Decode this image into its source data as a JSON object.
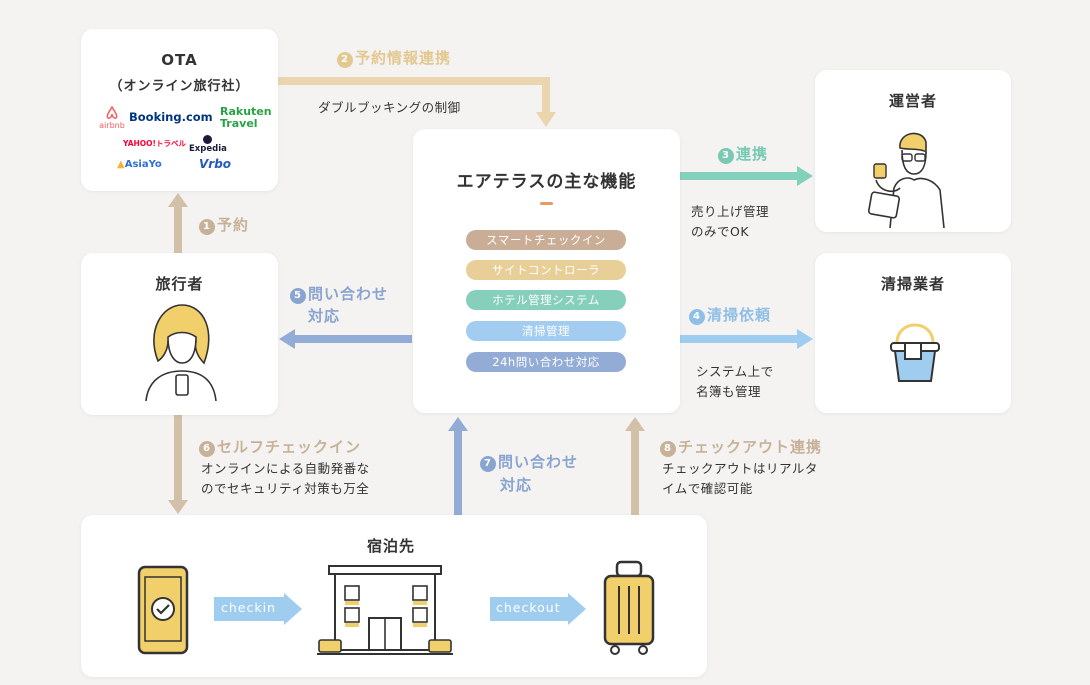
{
  "colors": {
    "tan": "#d2c0a8",
    "lightTan": "#ead5ae",
    "teal": "#83d0bd",
    "blue": "#93acd6",
    "lightBlue": "#9fcdf0",
    "icon_yellow": "#f4df7e",
    "dark": "#333333"
  },
  "ota": {
    "title": "OTA",
    "subtitle": "（オンライン旅行社）",
    "logos": [
      "airbnb",
      "Booking.com",
      "Rakuten",
      "Travel",
      "YAHOO!トラベル",
      "Expedia",
      "AsiaYo",
      "Vrbo"
    ]
  },
  "center": {
    "title": "エアテラスの主な機能",
    "functions": [
      {
        "label": "スマートチェックイン",
        "color": "#c9ad96"
      },
      {
        "label": "サイトコントローラ",
        "color": "#e8cf98"
      },
      {
        "label": "ホテル管理システム",
        "color": "#86cfbb"
      },
      {
        "label": "清掃管理",
        "color": "#a2cdf0"
      },
      {
        "label": "24h問い合わせ対応",
        "color": "#93acd6"
      }
    ]
  },
  "operator": {
    "title": "運営者"
  },
  "cleaner": {
    "title": "清掃業者"
  },
  "traveler": {
    "title": "旅行者"
  },
  "lodging": {
    "title": "宿泊先",
    "checkin": "checkin",
    "checkout": "checkout"
  },
  "flows": {
    "f1": {
      "num": "1",
      "label": "予約"
    },
    "f2": {
      "num": "2",
      "label": "予約情報連携",
      "note": "ダブルブッキングの制御"
    },
    "f3": {
      "num": "3",
      "label": "連携",
      "note1": "売り上げ管理",
      "note2": "のみでOK"
    },
    "f4": {
      "num": "4",
      "label": "清掃依頼",
      "note1": "システム上で",
      "note2": "名簿も管理"
    },
    "f5": {
      "num": "5",
      "label1": "問い合わせ",
      "label2": "対応"
    },
    "f6": {
      "num": "6",
      "label": "セルフチェックイン",
      "note1": "オンラインによる自動発番な",
      "note2": "のでセキュリティ対策も万全"
    },
    "f7": {
      "num": "7",
      "label1": "問い合わせ",
      "label2": "対応"
    },
    "f8": {
      "num": "8",
      "label": "チェックアウト連携",
      "note1": "チェックアウトはリアルタ",
      "note2": "イムで確認可能"
    }
  }
}
